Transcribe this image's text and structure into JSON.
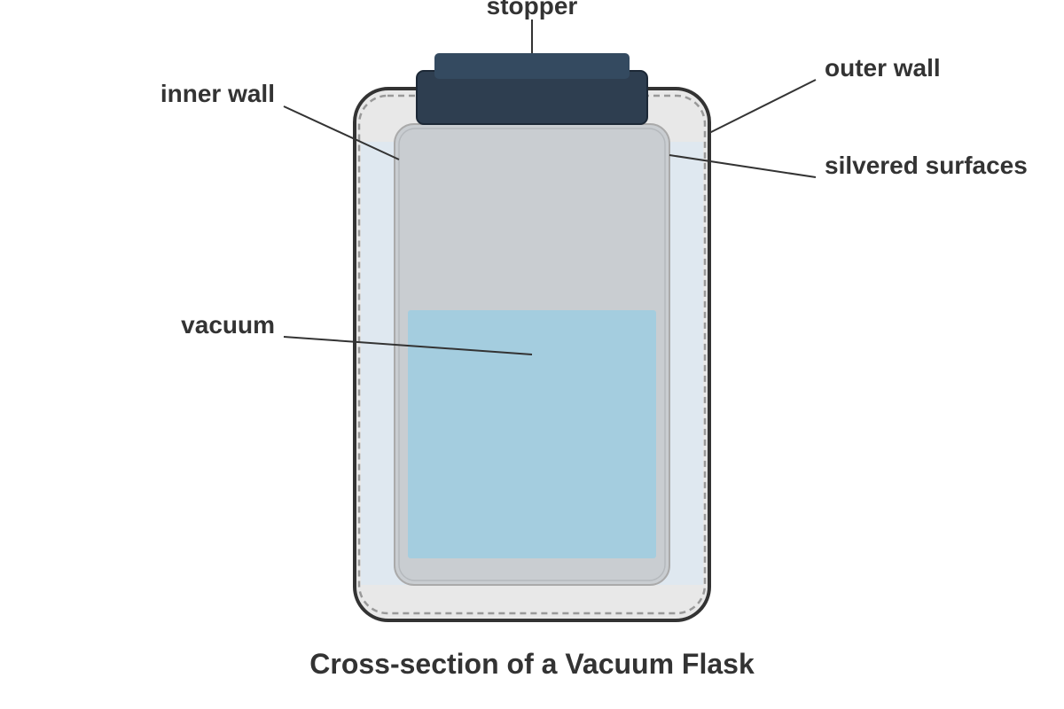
{
  "title": "Cross-section of a Vacuum Flask",
  "labels": {
    "stopper": "stopper",
    "outer_wall": "outer wall",
    "inner_wall": "inner wall",
    "silvered_surfaces": "silvered surfaces",
    "vacuum": "vacuum"
  },
  "colors": {
    "outer_wall_stroke": "#333333",
    "outer_wall_fill": "#e8e8e8",
    "vacuum_gap": "#dfe8f0",
    "silvered_dash": "#999999",
    "inner_wall_fill": "#c9cdd1",
    "inner_wall_stroke": "#aaaaaa",
    "liquid": "#a4cddf",
    "stopper_body": "#2e3e50",
    "stopper_top": "#344a60",
    "text": "#333333"
  }
}
